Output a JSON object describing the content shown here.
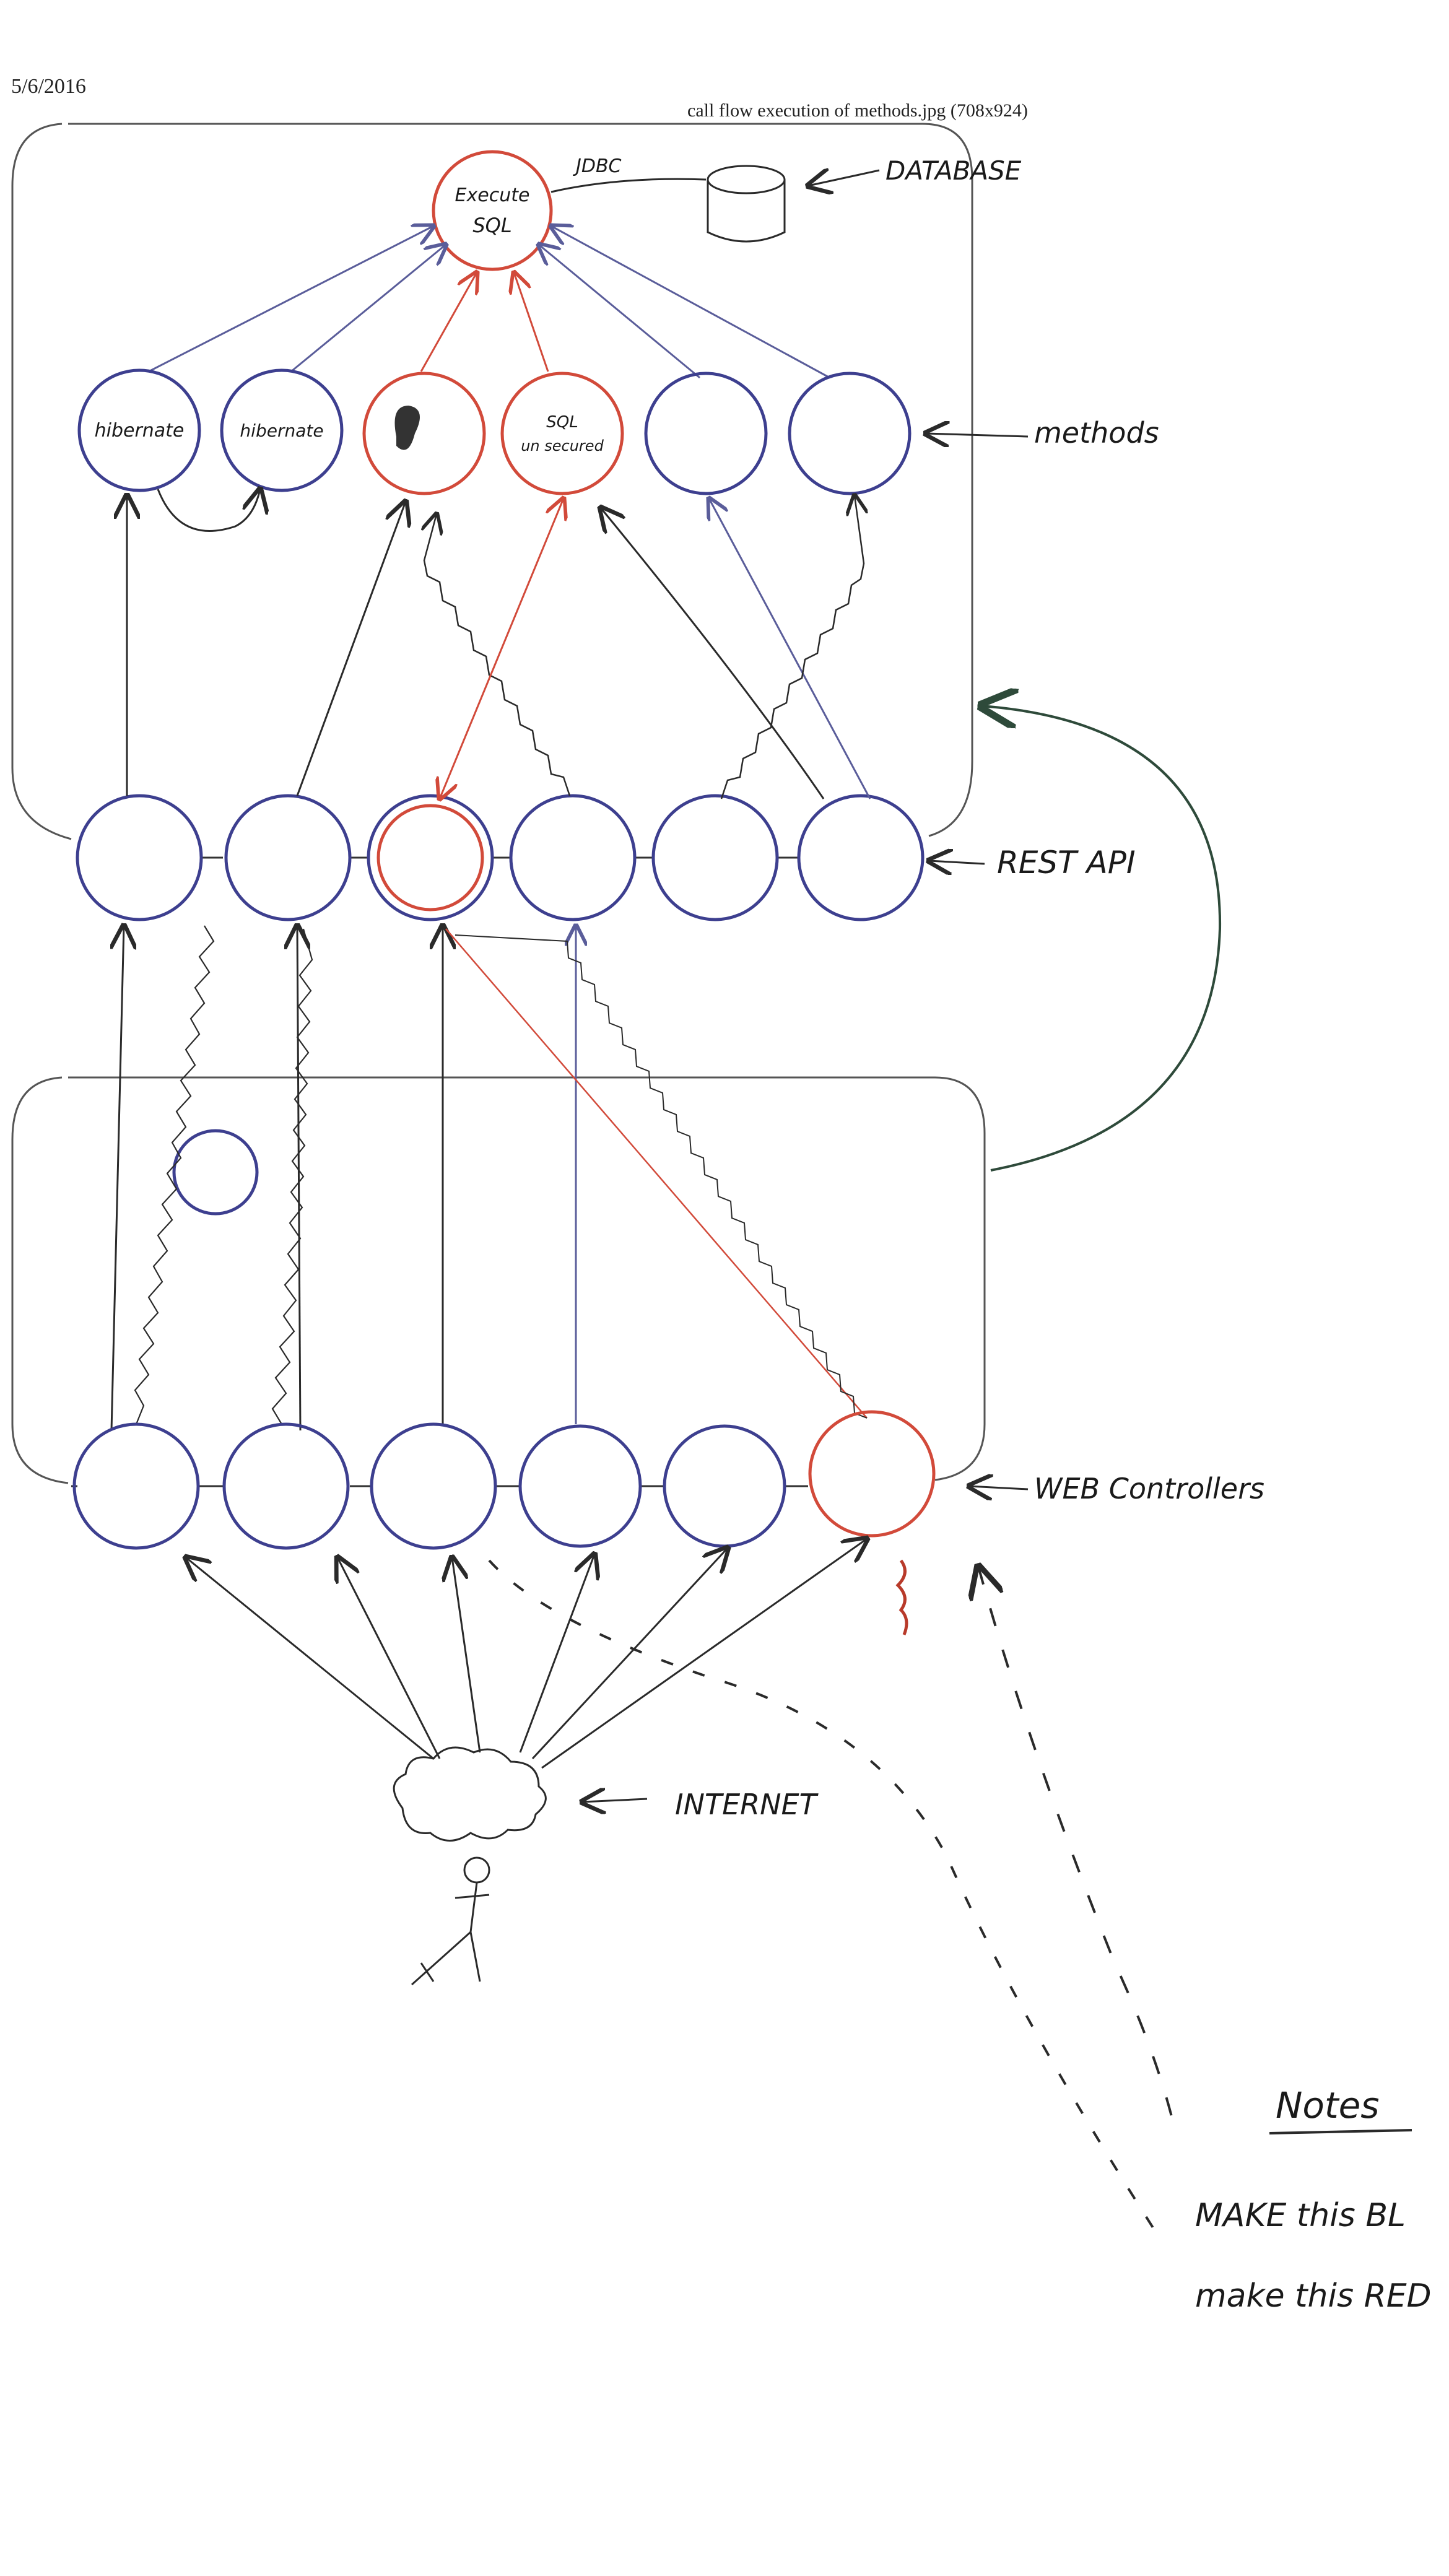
{
  "header": {
    "date": "5/6/2016",
    "file_caption": "call flow execution of methods.jpg (708x924)"
  },
  "colors": {
    "paper": "#ffffff",
    "blue_node": "#3d3f8f",
    "red_node": "#d24a3a",
    "ink": "#2a2a2a",
    "green_arrow": "#2e4a3a"
  },
  "diagram": {
    "top_node": {
      "label_line1": "Execute",
      "label_line2": "SQL"
    },
    "jdbc_label": "JDBC",
    "database_label": "DATABASE",
    "methods": [
      {
        "label": "hibernate",
        "color": "blue"
      },
      {
        "label": "hibernate",
        "color": "blue"
      },
      {
        "label": "",
        "color": "red"
      },
      {
        "label_line1": "SQL",
        "label_line2": "un secured",
        "color": "red"
      },
      {
        "label": "",
        "color": "blue"
      },
      {
        "label": "",
        "color": "blue"
      }
    ],
    "methods_label": "methods",
    "rest_api_label": "REST API",
    "web_controllers_label": "WEB Controllers",
    "internet_label": "INTERNET"
  },
  "notes": {
    "title": "Notes",
    "line1": "MAKE this BL",
    "line2": "make this RED"
  }
}
